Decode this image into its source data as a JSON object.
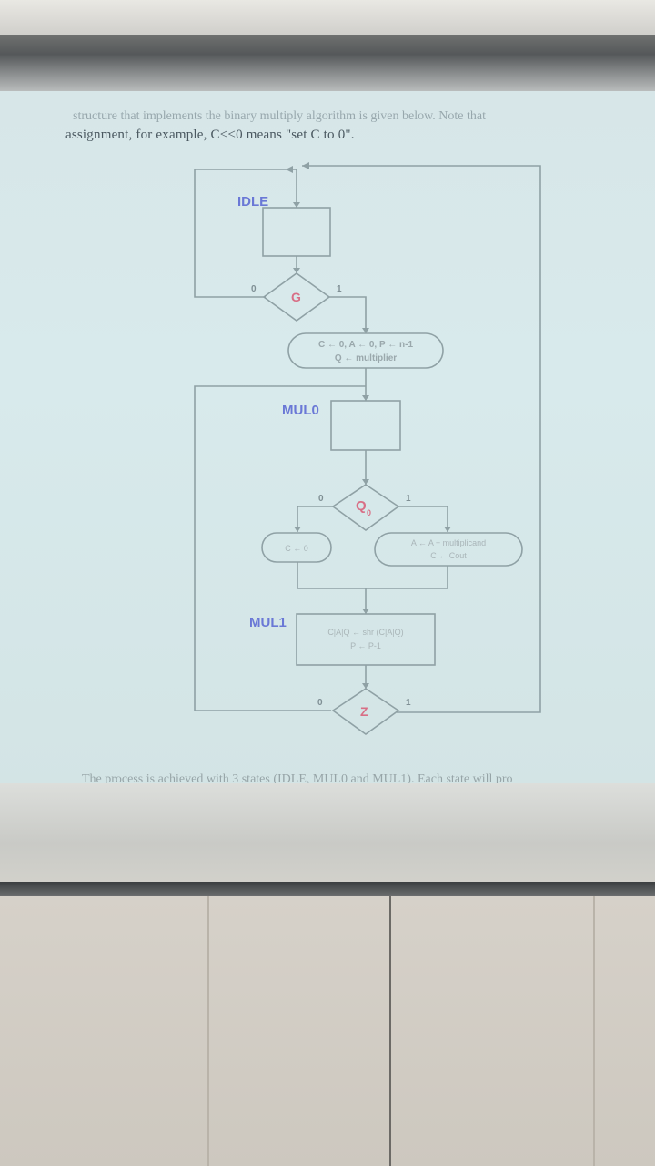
{
  "caption": {
    "top_line": "structure that implements the binary multiply algorithm is given below. Note that",
    "line": "assignment, for example, C<<0 means \"set C to 0\"."
  },
  "states": {
    "idle": "IDLE",
    "mul0": "MUL0",
    "mul1": "MUL1"
  },
  "decisions": {
    "g": "G",
    "q0_main": "Q",
    "q0_sub": "0",
    "z": "Z"
  },
  "branch_labels": {
    "g_zero": "0",
    "g_one": "1",
    "q0_zero": "0",
    "q0_one": "1",
    "z_zero": "0",
    "z_one": "1"
  },
  "actions": {
    "init_line1": "C ← 0,  A ← 0,  P ← n-1",
    "init_line2": "Q ← multiplier",
    "clear_c": "C ← 0",
    "add_line1": "A ← A + multiplicand",
    "add_line2": "C ← Cout",
    "shift_line1": "C|A|Q ← shr (C|A|Q)",
    "shift_line2": "P ← P-1"
  },
  "footer": {
    "text": "The process is achieved with 3 states (IDLE, MUL0 and MUL1). Each state will pro"
  },
  "colors": {
    "state_label": "#6a78d6",
    "decision_text": "#d86f86",
    "line": "#8fa1a5",
    "box_text": "#9aa8ac"
  }
}
